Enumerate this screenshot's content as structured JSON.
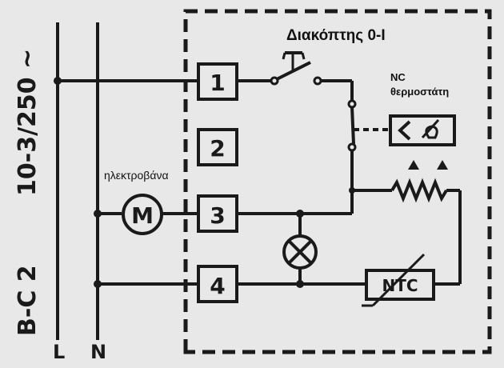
{
  "labels": {
    "title": "Διακόπτης 0-Ι",
    "nc_line1": "NC",
    "nc_line2": "θερμοστάτη",
    "valve": "ηλεκτροβάνα",
    "rating": "10-3/250 ~",
    "model": "B-C 2",
    "line_L": "L",
    "line_N": "N"
  },
  "terminals": [
    "1",
    "2",
    "3",
    "4"
  ],
  "components": {
    "motor_symbol": "M",
    "ntc_symbol": "NTC"
  },
  "colors": {
    "background": "#e8e8e8",
    "ink": "#1a1a1a"
  }
}
